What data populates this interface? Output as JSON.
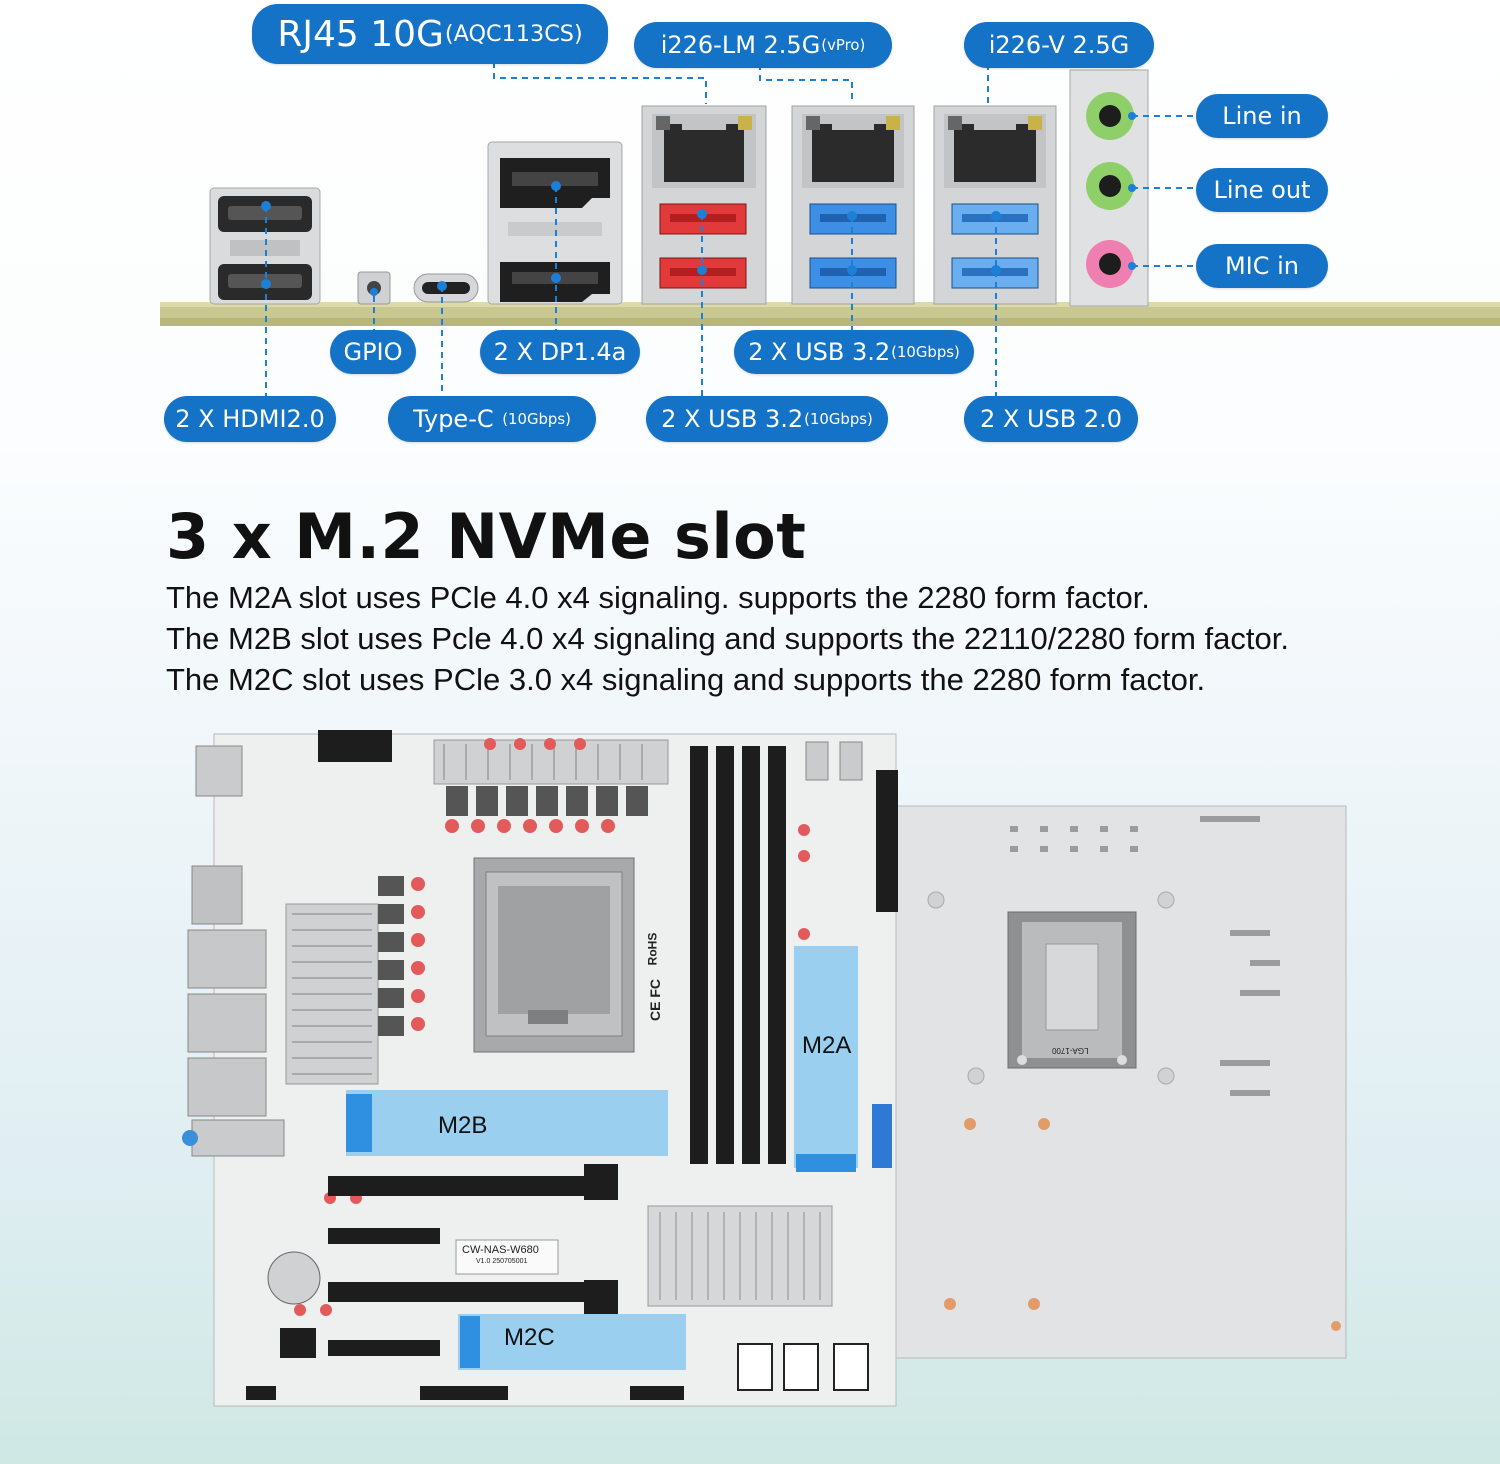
{
  "io_labels": {
    "rj45": {
      "main": "RJ45 10G",
      "sub": "(AQC113CS)"
    },
    "i226lm": {
      "main": "i226-LM 2.5G",
      "sub": "(vPro)"
    },
    "i226v": {
      "main": "i226-V 2.5G",
      "sub": ""
    },
    "line_in": "Line in",
    "line_out": "Line out",
    "mic_in": "MIC in",
    "gpio": "GPIO",
    "dp": "2 X DP1.4a",
    "usb32_top": {
      "main": "2 X USB 3.2",
      "sub": "(10Gbps)"
    },
    "hdmi": "2 X HDMI2.0",
    "typec": {
      "main": "Type-C ",
      "sub": "(10Gbps)"
    },
    "usb32_bottom": {
      "main": "2 X USB 3.2",
      "sub": "(10Gbps)"
    },
    "usb20": "2 X USB 2.0"
  },
  "heading": "3 x M.2 NVMe slot",
  "descriptions": [
    "The M2A slot uses PCle 4.0 x4 signaling. supports the 2280 form factor.",
    "The M2B slot uses Pcle 4.0 x4 signaling and supports the 22110/2280 form factor.",
    "The M2C slot uses PCle 3.0 x4 signaling and supports the 2280 form factor."
  ],
  "slots": {
    "m2a": "M2A",
    "m2b": "M2B",
    "m2c": "M2C"
  },
  "board": {
    "model": "CW-NAS-W680",
    "version": "V1.0 250705001",
    "socket_print": "LGA-1700",
    "rohs": "RoHS",
    "ce": "CE FC"
  },
  "colors": {
    "pill_blue": "#1473c6",
    "usb3_blue": "#3d8fe6",
    "usb_red": "#e23a3a",
    "audio_green": "#8fcf6a",
    "audio_pink": "#ef7fb0",
    "slot_highlight": "#7fc4f0"
  }
}
